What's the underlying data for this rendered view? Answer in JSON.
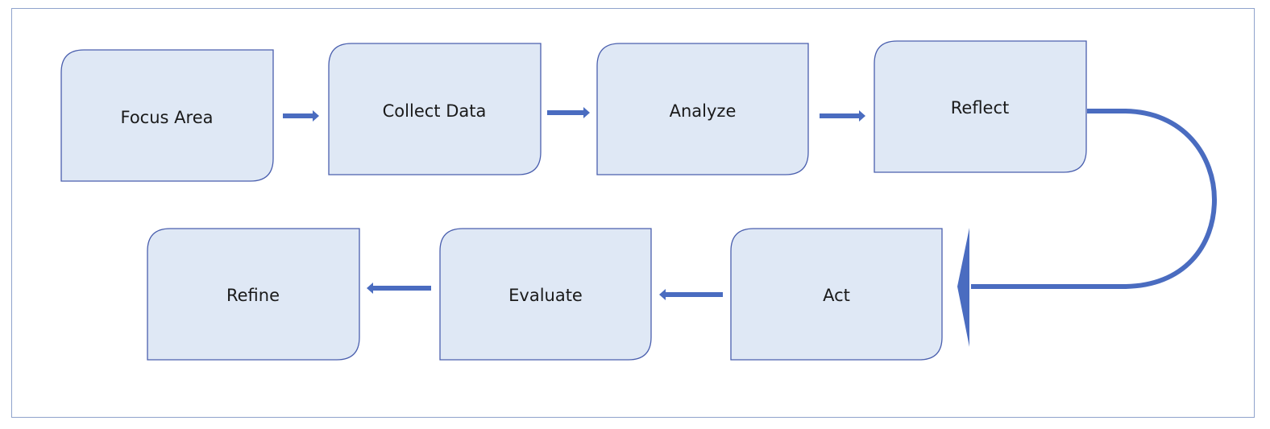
{
  "steps": [
    {
      "id": "focus-area",
      "label": "Focus Area"
    },
    {
      "id": "collect-data",
      "label": "Collect Data"
    },
    {
      "id": "analyze",
      "label": "Analyze"
    },
    {
      "id": "reflect",
      "label": "Reflect"
    },
    {
      "id": "act",
      "label": "Act"
    },
    {
      "id": "evaluate",
      "label": "Evaluate"
    },
    {
      "id": "refine",
      "label": "Refine"
    }
  ],
  "colors": {
    "box_fill": "#dfe8f5",
    "box_stroke": "#4a5fae",
    "arrow": "#4a6cc0",
    "frame": "#8fa3cc"
  }
}
